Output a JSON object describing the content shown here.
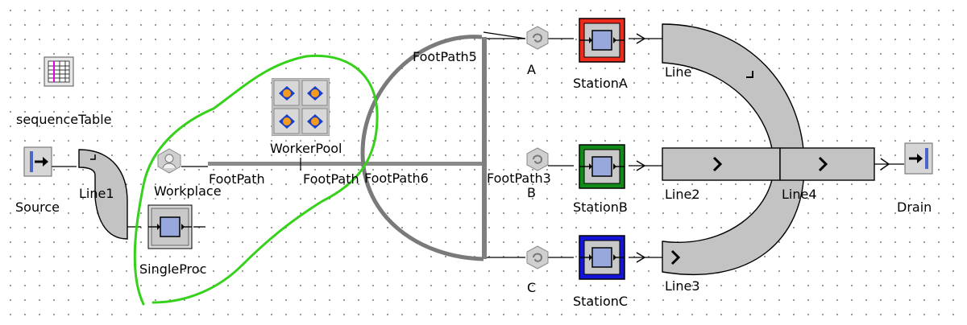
{
  "labels": {
    "sequence_table": "sequenceTable",
    "source": "Source",
    "line1": "Line1",
    "workplace": "Workplace",
    "single_proc": "SingleProc",
    "worker_pool": "WorkerPool",
    "footpath": "FootPath",
    "footpath2": "FootPath",
    "footpath6": "FootPath6",
    "footpath5": "FootPath5",
    "footpath3": "FootPath3",
    "a": "A",
    "b": "B",
    "c": "C",
    "station_a": "StationA",
    "station_b": "StationB",
    "station_c": "StationC",
    "line": "Line",
    "line2": "Line2",
    "line3": "Line3",
    "line4": "Line4",
    "drain": "Drain"
  },
  "colors": {
    "station_a": "#ee2a1c",
    "station_b": "#118b17",
    "station_c": "#1414d8",
    "conveyor_fill": "#c3c3c3",
    "highlight_stroke": "#36d11b",
    "inner_proc": "#98a8dc"
  }
}
